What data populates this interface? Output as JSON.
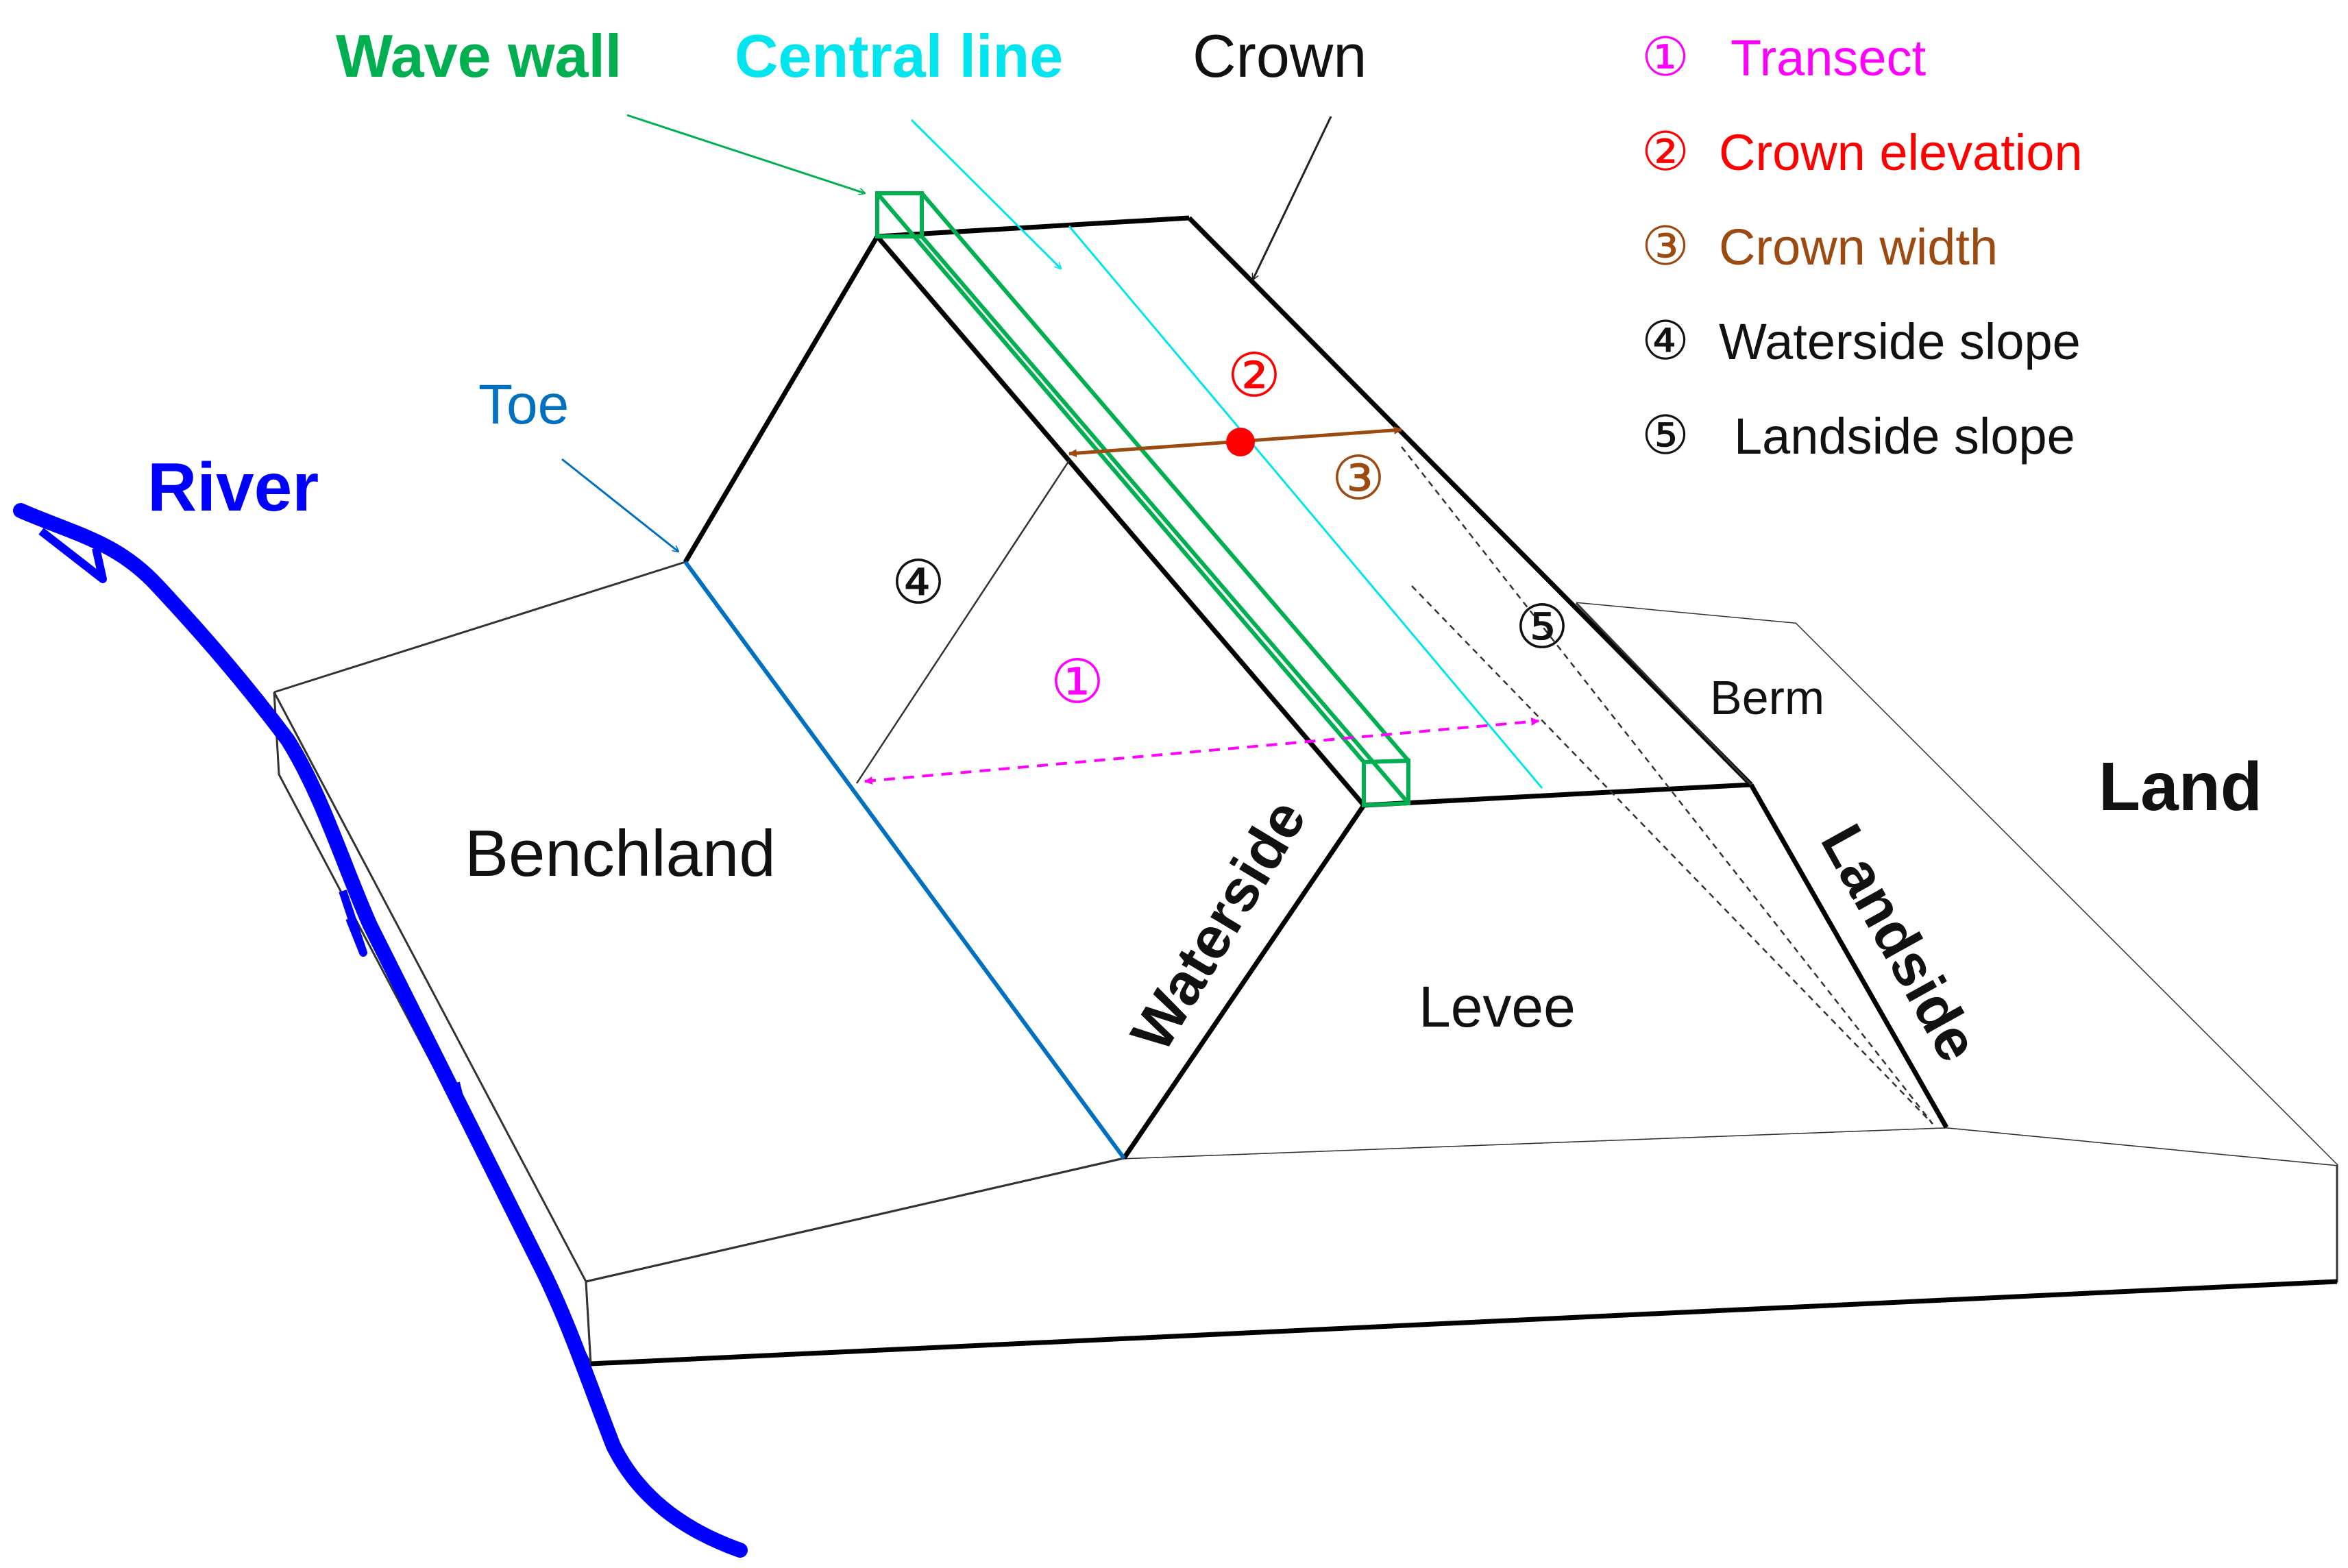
{
  "labels": {
    "wave_wall": "Wave wall",
    "central_line": "Central line",
    "crown": "Crown",
    "toe": "Toe",
    "river": "River",
    "benchland": "Benchland",
    "waterside": "Waterside",
    "levee": "Levee",
    "berm": "Berm",
    "landside": "Landside",
    "land": "Land"
  },
  "markers": {
    "m1": "①",
    "m2": "②",
    "m3": "③",
    "m4": "④",
    "m5": "⑤"
  },
  "legend": [
    {
      "num": "①",
      "text": "Transect",
      "color": "#ff00ff"
    },
    {
      "num": "②",
      "text": "Crown elevation",
      "color": "#ff0000"
    },
    {
      "num": "③",
      "text": "Crown width",
      "color": "#9c4a10"
    },
    {
      "num": "④",
      "text": "Waterside slope",
      "color": "#000000"
    },
    {
      "num": "⑤",
      "text": "Landside slope",
      "color": "#000000"
    }
  ],
  "colors": {
    "wave_wall": "#00b050",
    "central_line": "#00e5ee",
    "toe": "#0070c0",
    "river": "#0000ff",
    "transect": "#ff00ff",
    "crown_elevation": "#ff0000",
    "crown_width": "#9c4a10"
  }
}
